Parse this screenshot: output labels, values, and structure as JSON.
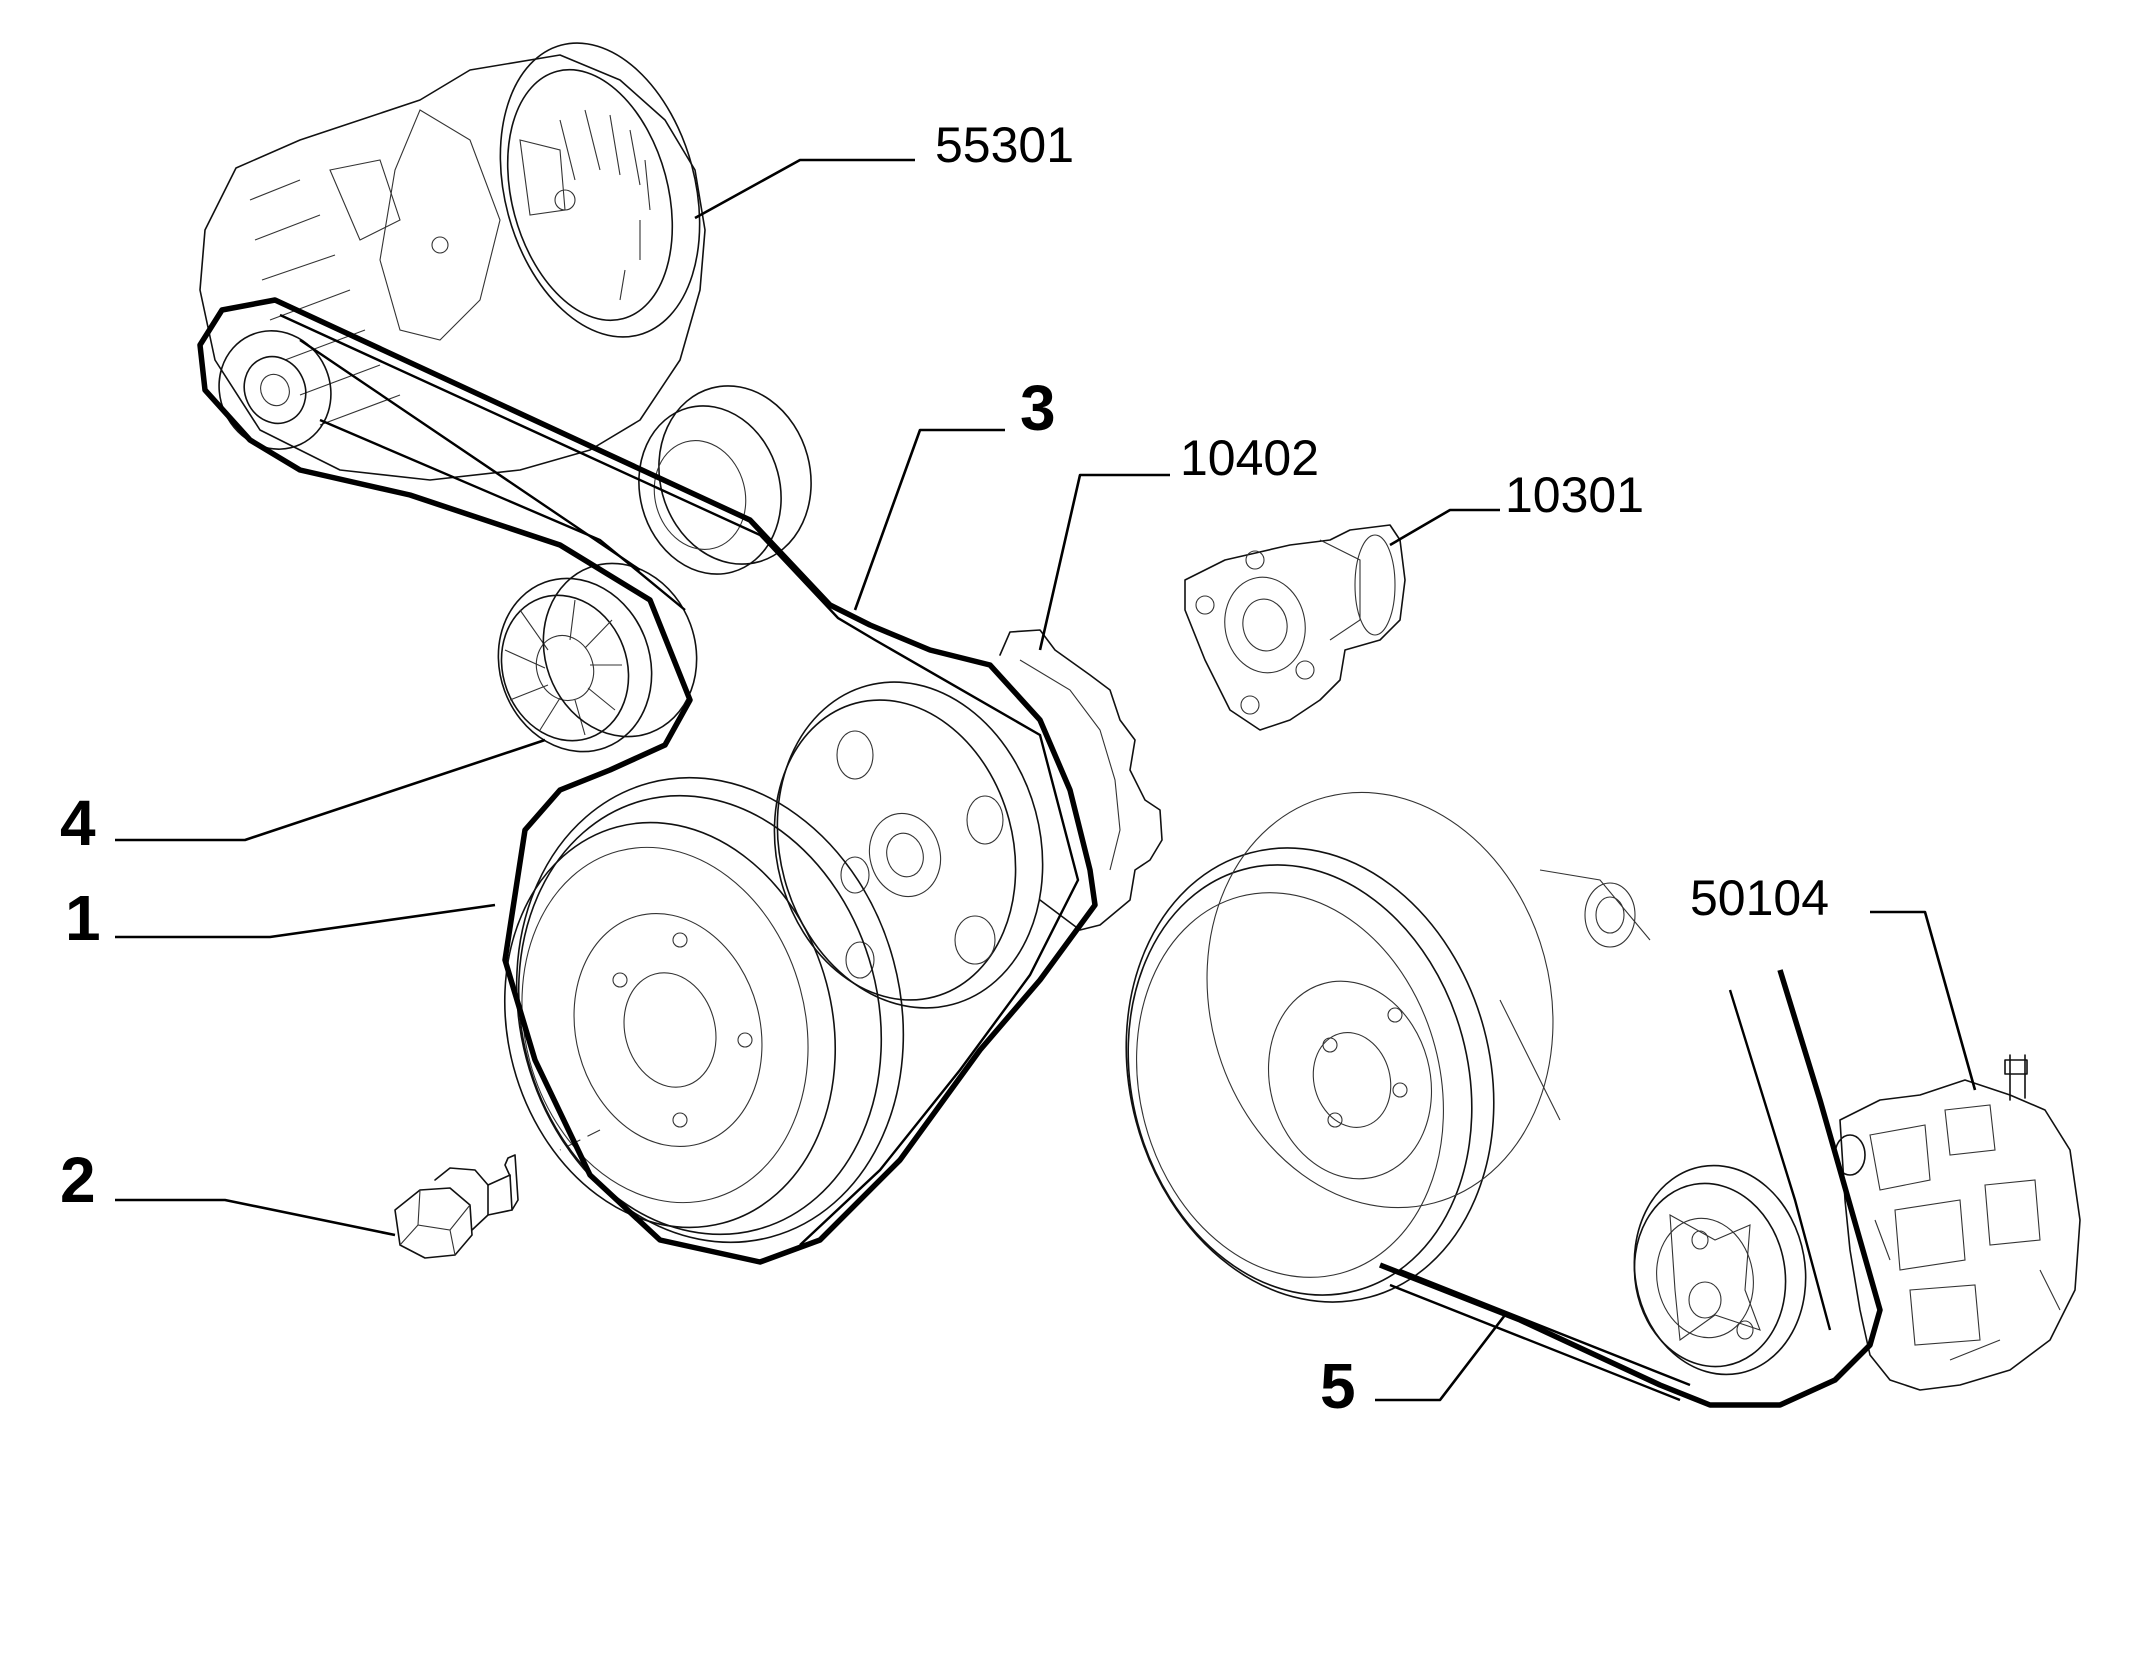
{
  "callouts": {
    "c55301": "55301",
    "c3": "3",
    "c10402": "10402",
    "c10301": "10301",
    "c4": "4",
    "c1": "1",
    "c2": "2",
    "c50104": "50104",
    "c5": "5"
  }
}
